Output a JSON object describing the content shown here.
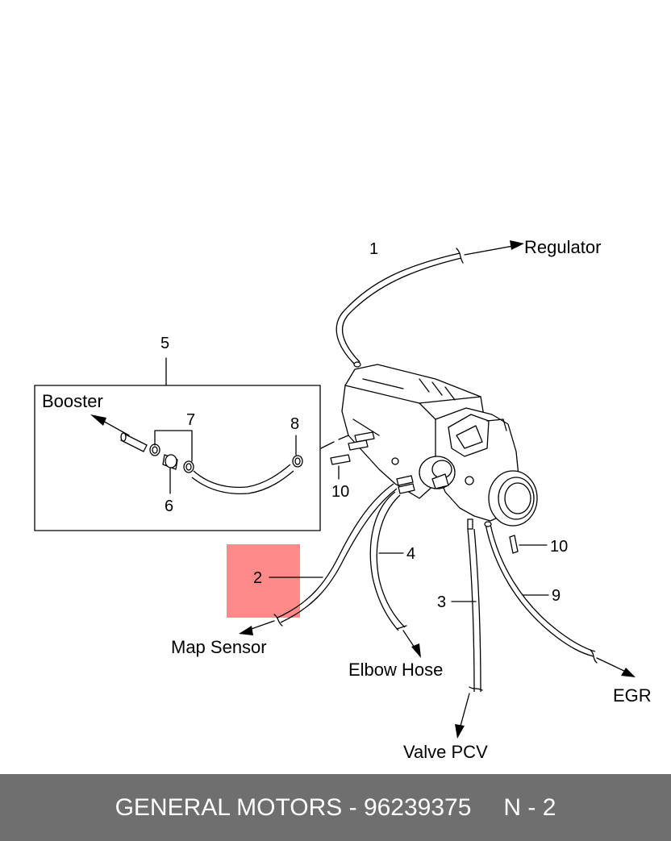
{
  "labels": {
    "regulator": "Regulator",
    "booster": "Booster",
    "map_sensor": "Map Sensor",
    "elbow_hose": "Elbow Hose",
    "valve_pcv": "Valve PCV",
    "egr": "EGR"
  },
  "callouts": {
    "n1": "1",
    "n2": "2",
    "n3": "3",
    "n4": "4",
    "n5": "5",
    "n6": "6",
    "n7": "7",
    "n8": "8",
    "n9": "9",
    "n10a": "10",
    "n10b": "10"
  },
  "highlight_color": "#ff8a8a",
  "footer": {
    "text": "GENERAL MOTORS - 96239375",
    "page": "N - 2"
  }
}
